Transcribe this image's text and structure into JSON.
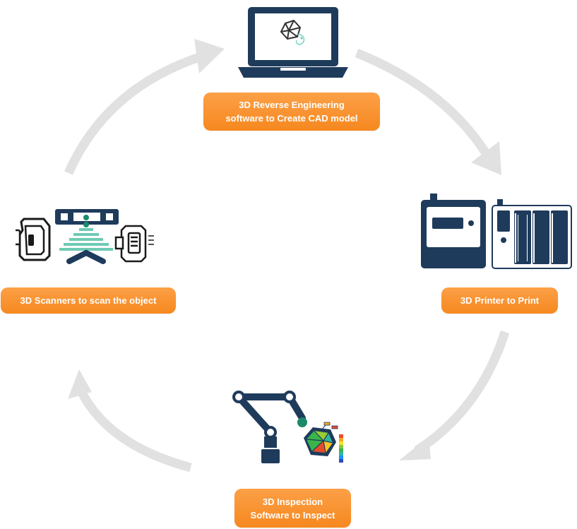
{
  "steps": {
    "reverse_engineering": {
      "line1": "3D Reverse Engineering",
      "line2": "software to Create CAD model",
      "icon": "laptop-cad-icon"
    },
    "printer": {
      "line1": "3D Printer to Print",
      "icon": "3d-printer-icon"
    },
    "inspection": {
      "line1": "3D Inspection",
      "line2": "Software to Inspect",
      "icon": "robot-arm-inspection-icon"
    },
    "scanners": {
      "line1": "3D Scanners to scan the object",
      "icon": "3d-scanner-icon"
    }
  },
  "colors": {
    "navy": "#1f3b5c",
    "orange": "#f6881f",
    "arrow": "#e1e1e1",
    "teal": "#1b8a6b",
    "mint": "#6fcab3"
  }
}
